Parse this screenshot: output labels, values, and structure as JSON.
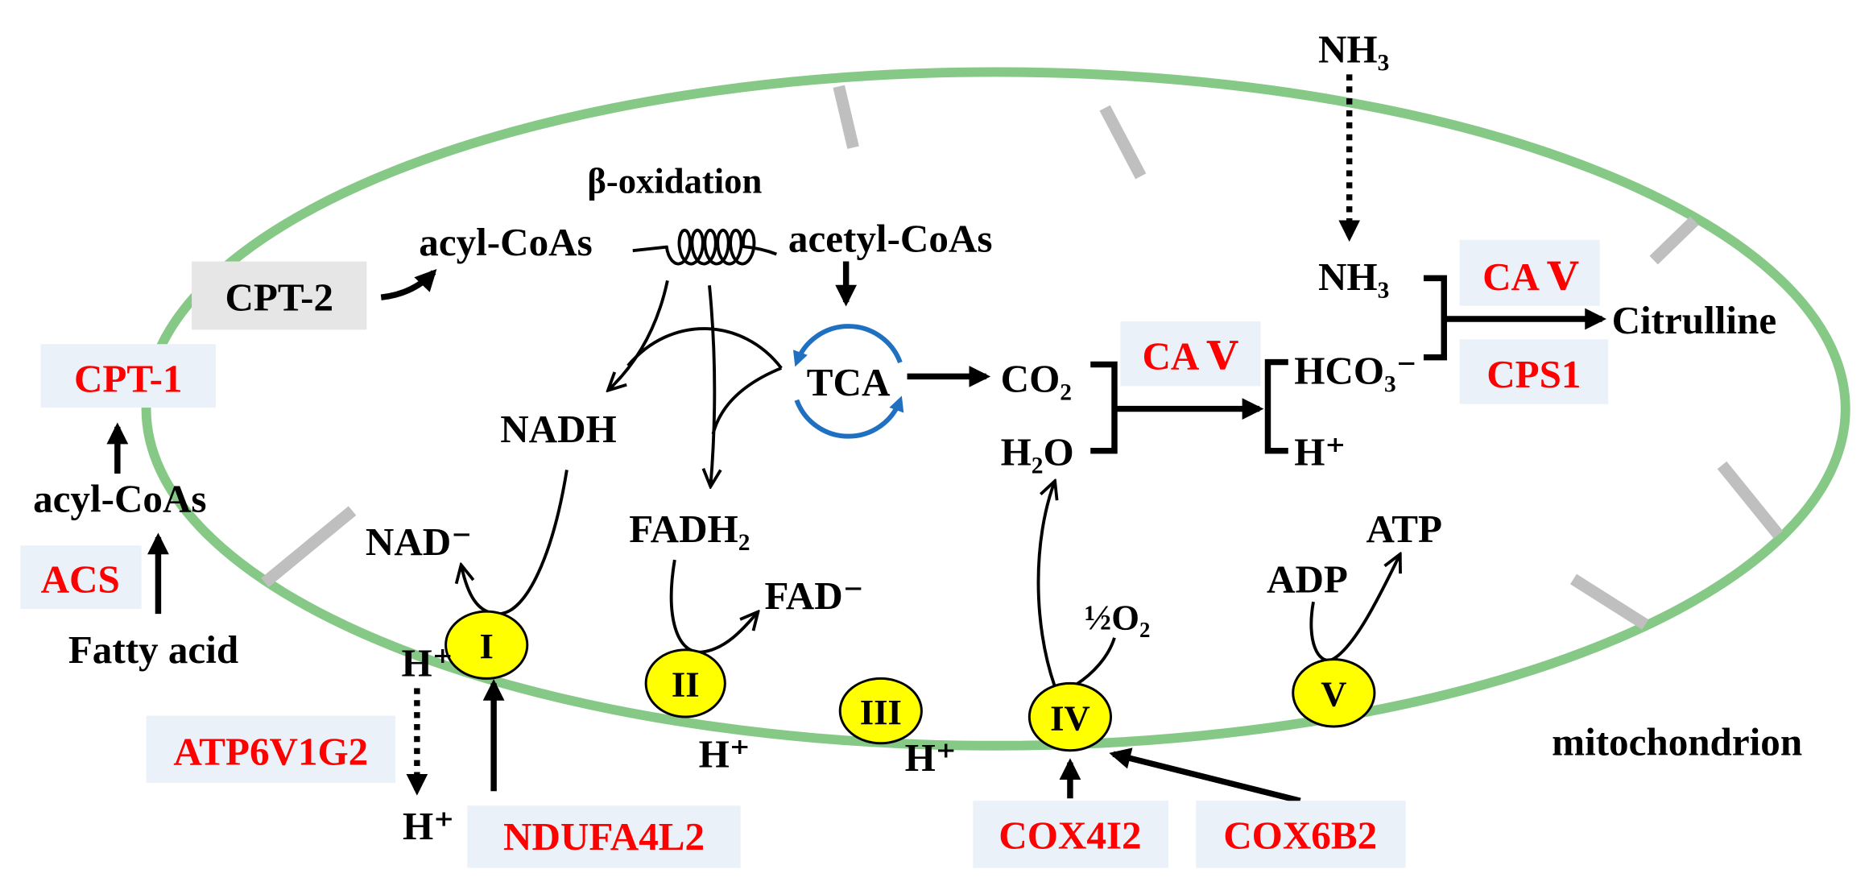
{
  "cytosol": {
    "nh3": "NH₃",
    "cpt1": "CPT-1",
    "acyl_coas": "acyl-CoAs",
    "acs": "ACS",
    "fatty_acid": "Fatty acid"
  },
  "matrix": {
    "cpt2": "CPT-2",
    "acyl_coas": "acyl-CoAs",
    "beta_oxidation": "β-oxidation",
    "acetyl_coas": "acetyl-CoAs",
    "tca": "TCA",
    "nadh": "NADH",
    "fadh2": "FADH₂",
    "co2": "CO₂",
    "h2o": "H₂O",
    "ca5_first": "CA Ⅴ",
    "hco3": "HCO₃⁻",
    "h_plus": "H⁺",
    "nh3": "NH₃",
    "ca5_second": "CA Ⅴ",
    "cps1": "CPS1",
    "citrulline": "Citrulline"
  },
  "electron_transport": {
    "complexes": [
      "I",
      "II",
      "III",
      "IV",
      "V"
    ],
    "nad": "NAD⁻",
    "fad": "FAD⁻",
    "half_o2": "½O₂",
    "adp": "ADP",
    "atp": "ATP",
    "h_plus_complex_i": "H⁺",
    "h_plus_pumped": "H⁺",
    "h_plus_complex_ii": "H⁺",
    "h_plus_complex_iii": "H⁺"
  },
  "genes": {
    "atp6v1g2": "ATP6V1G2",
    "ndufa4l2": "NDUFA4L2",
    "cox4i2": "COX4I2",
    "cox6b2": "COX6B2"
  },
  "membrane_label": "mitochondrion",
  "colors": {
    "membrane": "#86c987",
    "cristae": "#bfbfbf",
    "gene_text": "#ff0000",
    "gene_box": "#eaf1f8",
    "cpt2_box": "#e7e6e6",
    "complex_fill": "#ffff00",
    "tca_cycle": "#1f70c1",
    "text": "#000000"
  }
}
